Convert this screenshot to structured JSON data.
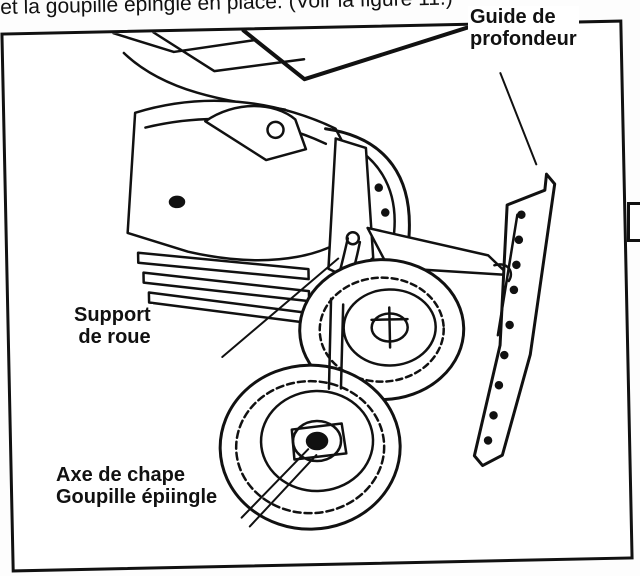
{
  "caption": {
    "top_text": "et la goupille épingle en place. (Voir la figure 11.)"
  },
  "labels": {
    "depth_guide": [
      "Guide de",
      "profondeur"
    ],
    "wheel_support": [
      "Support",
      "de roue"
    ],
    "pin_axle": "Axe de chape",
    "pin_hairpin": "Goupille épiingle"
  },
  "colors": {
    "ink": "#111111",
    "paper": "#ffffff"
  }
}
